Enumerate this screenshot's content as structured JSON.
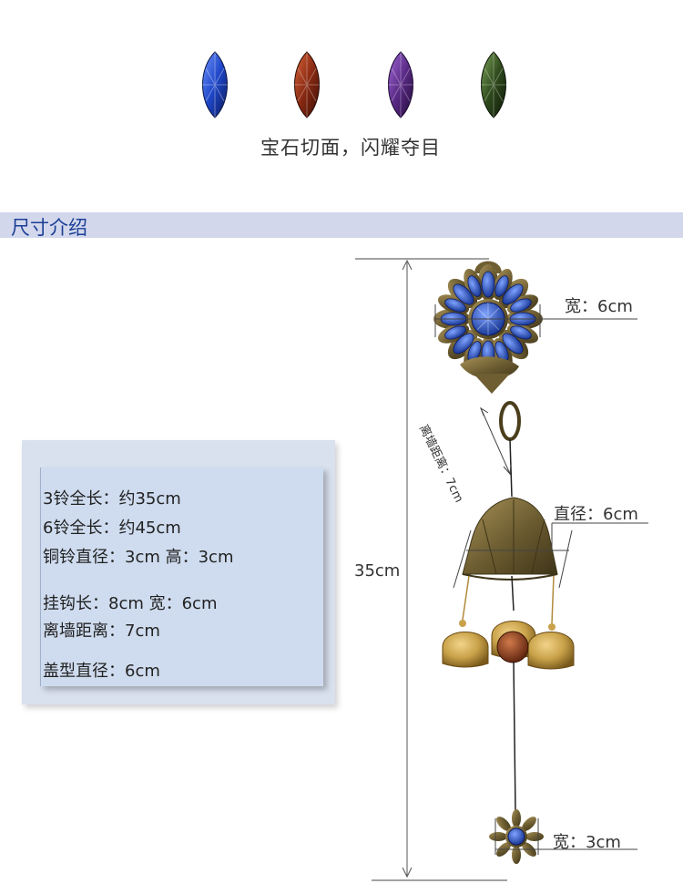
{
  "gems": {
    "items": [
      {
        "name": "blue-gem",
        "color": "#1f46c8"
      },
      {
        "name": "red-gem",
        "color": "#8a2a12"
      },
      {
        "name": "purple-gem",
        "color": "#5a2a86"
      },
      {
        "name": "green-gem",
        "color": "#2f4a1c"
      }
    ],
    "caption": "宝石切面，闪耀夺目"
  },
  "section": {
    "title": "尺寸介绍"
  },
  "specs": {
    "lines": [
      "3铃全长：约35cm",
      "6铃全长：约45cm",
      "铜铃直径：3cm    高：3cm",
      "挂钩长：8cm   宽：6cm",
      "离墙距离：7cm",
      "盖型直径：6cm"
    ]
  },
  "dimensions": {
    "top_width": "宽：6cm",
    "wall_distance": "离墙距离：7cm",
    "bell_diameter": "直径：6cm",
    "total_length": "35cm",
    "bottom_width": "宽：3cm"
  },
  "colors": {
    "band": "#d2d7ec",
    "band_text": "#1c3f96",
    "bronze": "#7a6a3a",
    "brass": "#c9a24a",
    "blue_stone": "#1f46c8"
  }
}
